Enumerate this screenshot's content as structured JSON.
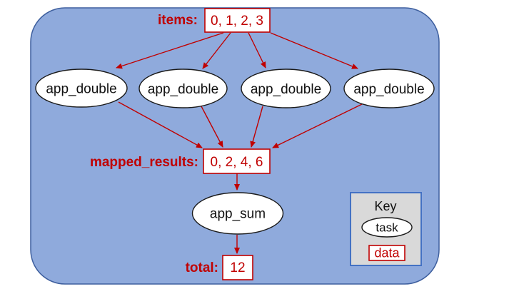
{
  "colors": {
    "container_fill": "#8faadc",
    "container_stroke": "#3e5f9e",
    "node_fill": "#ffffff",
    "node_stroke": "#1a1a1a",
    "data_red": "#c00000",
    "key_fill": "#d9d9d9",
    "key_stroke": "#4472c4"
  },
  "graph": {
    "items": {
      "label": "items:",
      "value": "0, 1, 2, 3"
    },
    "map_tasks": [
      "app_double",
      "app_double",
      "app_double",
      "app_double"
    ],
    "mapped_results": {
      "label": "mapped_results:",
      "value": "0, 2, 4, 6"
    },
    "reduce_task": "app_sum",
    "total": {
      "label": "total:",
      "value": "12"
    }
  },
  "key": {
    "title": "Key",
    "task_label": "task",
    "data_label": "data"
  }
}
